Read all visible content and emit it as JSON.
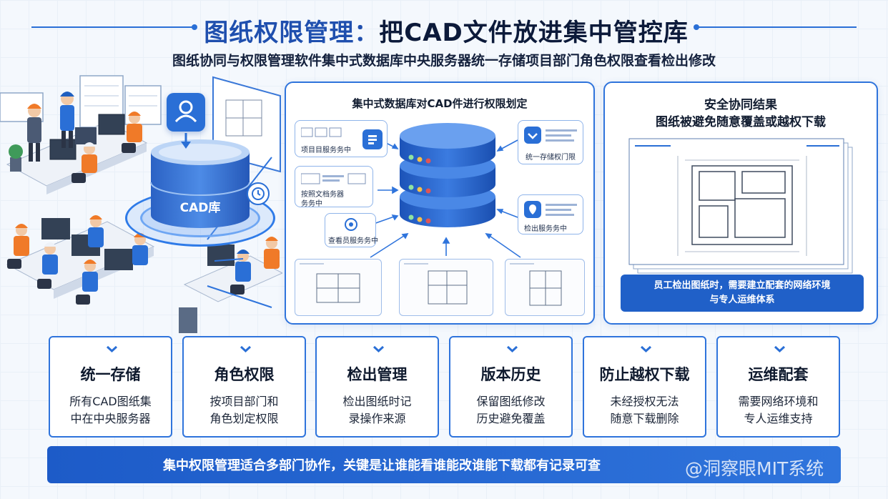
{
  "header": {
    "title_main": "图纸权限管理：",
    "title_accent": "把CAD文件放进集中管控库",
    "subtitle": "图纸协同与权限管理软件集中式数据库中央服务器统一存储项目部门角色权限查看检出修改"
  },
  "left_illustration": {
    "db_label": "CAD库",
    "icons": [
      "user-icon",
      "down-arrow-icon",
      "clock-icon"
    ]
  },
  "center_panel": {
    "title": "集中式数据库对CAD件进行权限划定",
    "cards": [
      {
        "text_lines": [
          "项目目服务务中"
        ],
        "icon": "document-icon"
      },
      {
        "text_lines": [
          "按照文档务器",
          "务务中"
        ],
        "icon": "chart-icon"
      },
      {
        "text_lines": [
          "查看员服务务中"
        ],
        "icon": "globe-icon"
      },
      {
        "text_lines": [
          "统一存储权门限"
        ],
        "icon": "check-icon"
      },
      {
        "text_lines": [
          "检出服务务中"
        ],
        "icon": "lock-icon"
      }
    ]
  },
  "right_panel": {
    "title_line1": "安全协同结果",
    "title_line2": "图纸被避免随意覆盖或越权下载",
    "notice_line1": "员工检出图纸时，需要建立配套的网络环境",
    "notice_line2": "与专人运维体系"
  },
  "features": [
    {
      "title": "统一存储",
      "desc_line1": "所有CAD图纸集",
      "desc_line2": "中在中央服务器"
    },
    {
      "title": "角色权限",
      "desc_line1": "按项目部门和",
      "desc_line2": "角色划定权限"
    },
    {
      "title": "检出管理",
      "desc_line1": "检出图纸时记",
      "desc_line2": "录操作来源"
    },
    {
      "title": "版本历史",
      "desc_line1": "保留图纸修改",
      "desc_line2": "历史避免覆盖"
    },
    {
      "title": "防止越权下载",
      "desc_line1": "未经授权无法",
      "desc_line2": "随意下载删除"
    },
    {
      "title": "运维配套",
      "desc_line1": "需要网络环境和",
      "desc_line2": "专人运维支持"
    }
  ],
  "banner": {
    "text": "集中权限管理适合多部门协作，关键是让谁能看谁能改谁能下载都有记录可查",
    "watermark": "@洞察眼MIT系统"
  },
  "colors": {
    "primary": "#2f74dc",
    "dark_blue": "#1f4fae",
    "orange": "#f07a28",
    "banner": "#1d5bc8"
  }
}
